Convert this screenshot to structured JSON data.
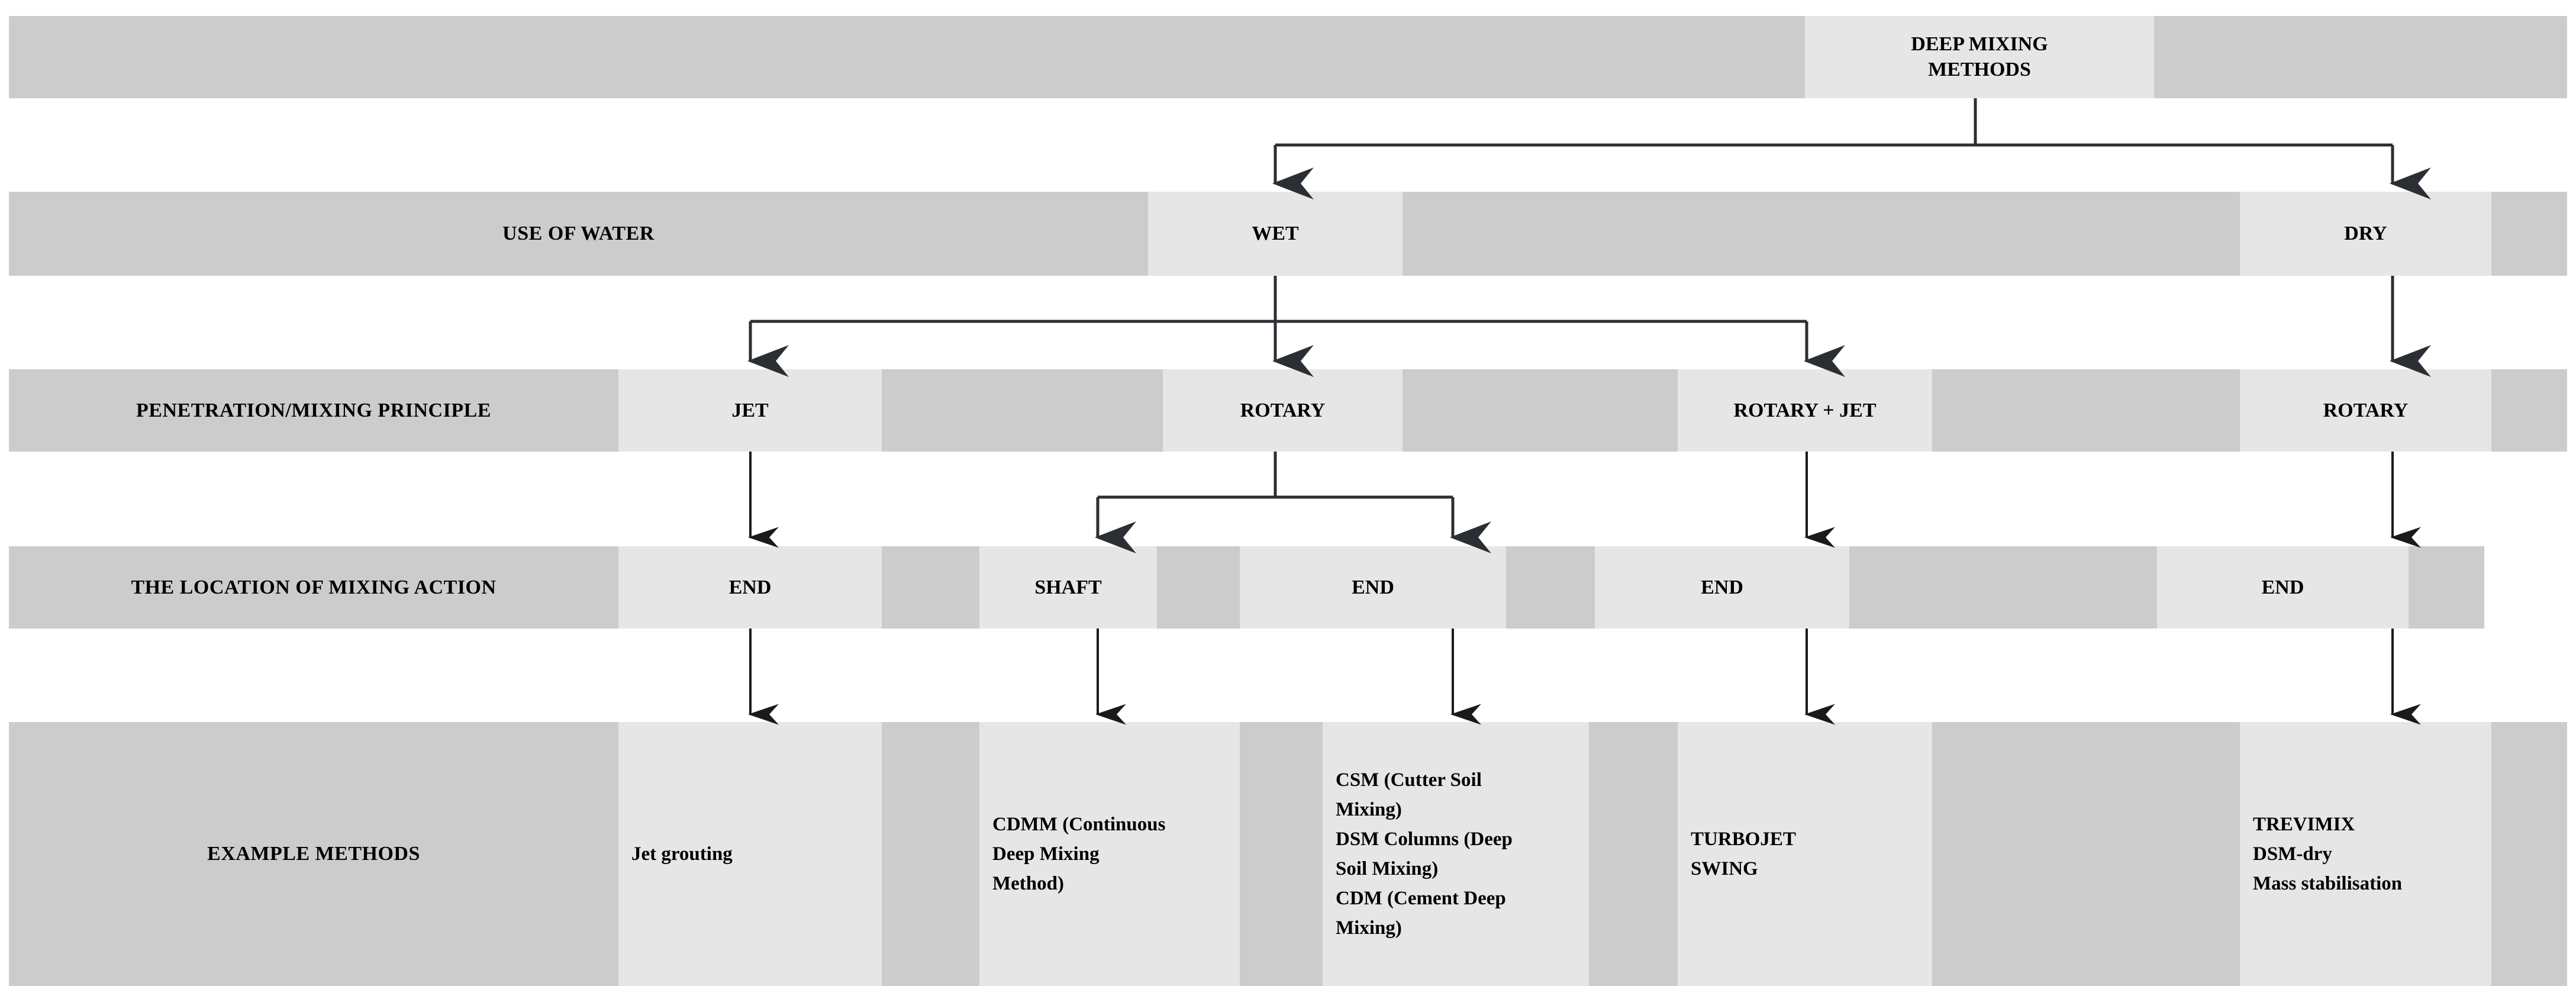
{
  "diagram": {
    "title": "DEEP MIXING METHODS",
    "root": {
      "label": "DEEP MIXING METHODS"
    },
    "row_labels": {
      "use_of_water": "USE OF WATER",
      "penetration_mixing_principle": "PENETRATION/MIXING PRINCIPLE",
      "location_of_mixing_action": "THE LOCATION OF MIXING ACTION",
      "example_methods": "EXAMPLE METHODS"
    },
    "level_use_of_water": [
      {
        "label": "WET"
      },
      {
        "label": "DRY"
      }
    ],
    "level_principle": [
      {
        "label": "JET"
      },
      {
        "label": "ROTARY"
      },
      {
        "label": "ROTARY + JET"
      },
      {
        "label": "ROTARY"
      }
    ],
    "level_location": [
      {
        "label": "END"
      },
      {
        "label": "SHAFT"
      },
      {
        "label": "END"
      },
      {
        "label": "END"
      },
      {
        "label": "END"
      }
    ],
    "level_examples": [
      {
        "lines": [
          "Jet grouting"
        ]
      },
      {
        "lines": [
          "CDMM (Continuous",
          "Deep Mixing",
          "Method)"
        ]
      },
      {
        "lines": [
          "CSM (Cutter Soil",
          "Mixing)",
          "DSM Columns (Deep",
          "Soil Mixing)",
          "CDM (Cement Deep",
          "Mixing)"
        ]
      },
      {
        "lines": [
          "TURBOJET",
          "SWING"
        ]
      },
      {
        "lines": [
          "TREVIMIX",
          "DSM-dry",
          "Mass stabilisation"
        ]
      }
    ],
    "colors": {
      "cell_dark": "#cccccc",
      "cell_light": "#e6e6e6",
      "connector": "#2b2f33",
      "text": "#000000",
      "background": "#ffffff"
    }
  }
}
